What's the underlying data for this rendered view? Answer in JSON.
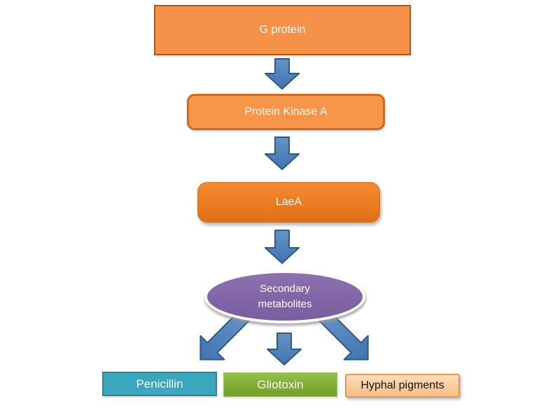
{
  "diagram": {
    "background_color": "#FFFFFF",
    "nodes": {
      "g_protein": {
        "label": "G protein",
        "shape": "rectangle",
        "fill": "#F6914A",
        "border": "#A85A1D",
        "text_color": "#FFFFFF"
      },
      "protein_kinase_a": {
        "label": "Protein Kinase A",
        "shape": "rounded-rectangle",
        "fill": "#F79549",
        "border": "#CE6B1E",
        "text_color": "#FFFFFF"
      },
      "laea": {
        "label": "LaeA",
        "shape": "rounded-rectangle",
        "fill": "#ED7E22",
        "border": "#DC6F15",
        "text_color": "#FFFFFF"
      },
      "secondary_metabolites": {
        "label": "Secondary metabolites",
        "shape": "ellipse",
        "fill": "#8165A6",
        "border": "#FFFFFF",
        "text_color": "#FFFFFF"
      },
      "penicillin": {
        "label": "Penicillin",
        "shape": "rectangle",
        "fill": "#3AA7BF",
        "border": "#2E8396",
        "text_color": "#FFFFFF"
      },
      "gliotoxin": {
        "label": "Gliotoxin",
        "shape": "rectangle",
        "fill": "#7FAC33",
        "border": "#9CC45C",
        "text_color": "#FFFFFF"
      },
      "hyphal_pigments": {
        "label": "Hyphal pigments",
        "shape": "rounded-rectangle",
        "fill": "#FBCDA0",
        "border": "#D9985C",
        "text_color": "#151515"
      }
    },
    "connections": [
      {
        "from": "g_protein",
        "to": "protein_kinase_a",
        "direction": "down"
      },
      {
        "from": "protein_kinase_a",
        "to": "laea",
        "direction": "down"
      },
      {
        "from": "laea",
        "to": "secondary_metabolites",
        "direction": "down"
      },
      {
        "from": "secondary_metabolites",
        "to": "penicillin",
        "direction": "down-left"
      },
      {
        "from": "secondary_metabolites",
        "to": "gliotoxin",
        "direction": "down"
      },
      {
        "from": "secondary_metabolites",
        "to": "hyphal_pigments",
        "direction": "down-right"
      }
    ],
    "arrow_style": {
      "fill": "#4E80BE",
      "fill_light": "#6593C8",
      "border": "#2C5985"
    }
  }
}
